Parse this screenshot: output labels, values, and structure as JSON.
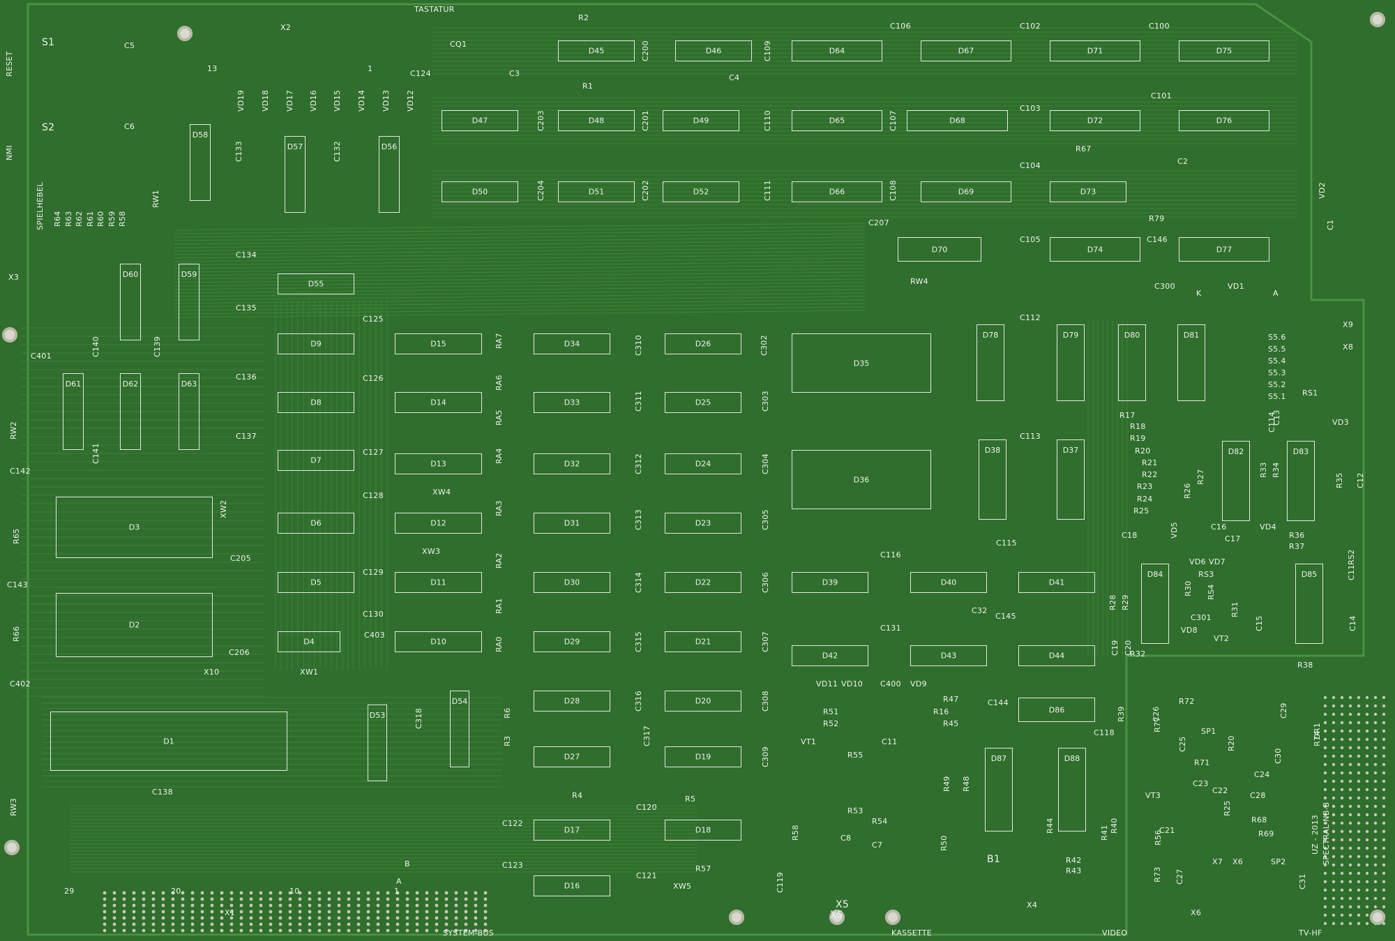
{
  "colors": {
    "board": "#2f6e2c",
    "trace": "#3c8336",
    "pad": "#c9c9b8",
    "silk": "#f2f2f2"
  },
  "labels": {
    "tastatur": "TASTATUR",
    "x2": "X2",
    "cq1": "CQ1",
    "r2": "R2",
    "r1": "R1",
    "c3": "C3",
    "c4": "C4",
    "c124": "C124",
    "s1": "S1",
    "s2": "S2",
    "c5": "C5",
    "c6": "C6",
    "reset": "RESET",
    "nmi": "NMI",
    "spielhebel": "SPIELHEBEL",
    "x3": "X3",
    "rw1": "RW1",
    "rw2": "RW2",
    "rw3": "RW3",
    "c401": "C401",
    "c402": "C402",
    "c403": "C403",
    "c142": "C142",
    "c143": "C143",
    "r65": "R65",
    "r66": "R66",
    "c134": "C134",
    "c135": "C135",
    "c136": "C136",
    "c137": "C137",
    "c140": "C140",
    "c141": "C141",
    "c139": "C139",
    "c138": "C138",
    "c125": "C125",
    "c126": "C126",
    "c127": "C127",
    "c128": "C128",
    "c129": "C129",
    "c130": "C130",
    "c205": "C205",
    "c206": "C206",
    "x10": "X10",
    "xw1": "XW1",
    "xw2": "XW2",
    "xw3": "XW3",
    "xw4": "XW4",
    "xw5": "XW5",
    "rw4": "RW4",
    "c106": "C106",
    "c102": "C102",
    "c100": "C100",
    "c101": "C101",
    "c103": "C103",
    "c104": "C104",
    "c105": "C105",
    "c146": "C146",
    "c207": "C207",
    "c300": "C300",
    "r67": "R67",
    "r79": "R79",
    "c1": "C1",
    "c2": "C2",
    "vd1": "VD1",
    "k": "K",
    "a": "A",
    "x8": "X8",
    "x9": "X9",
    "s56": "S5.6",
    "s55": "S5.5",
    "s54": "S5.4",
    "s53": "S5.3",
    "s52": "S5.2",
    "s51": "S5.1",
    "rs1": "RS1",
    "vd3": "VD3",
    "c112": "C112",
    "c113": "C113",
    "c114": "C114",
    "c13": "C13",
    "r17": "R17",
    "r18": "R18",
    "r19": "R19",
    "r20": "R20",
    "r21": "R21",
    "r22": "R22",
    "r23": "R23",
    "r24": "R24",
    "r25": "R25",
    "r26": "R26",
    "r27": "R27",
    "r33": "R33",
    "r34": "R34",
    "r35": "R35",
    "c12": "C12",
    "c16": "C16",
    "vd4": "VD4",
    "r36": "R36",
    "r37": "R37",
    "rs2": "RS2",
    "c17": "C17",
    "vd6": "VD6",
    "vd7": "VD7",
    "c18": "C18",
    "vd5": "VD5",
    "c115": "C115",
    "c116": "C116",
    "c32": "C32",
    "c145": "C145",
    "c131": "C131",
    "r28": "R28",
    "r29": "R29",
    "r30": "R30",
    "rs3": "RS3",
    "rs4": "RS4",
    "c11": "C11",
    "c14": "C14",
    "c15": "C15",
    "r31": "R31",
    "c301": "C301",
    "vd8": "VD8",
    "vt2": "VT2",
    "r32": "R32",
    "r38": "R38",
    "c19": "C19",
    "c20": "C20",
    "vd11": "VD11",
    "vd10": "VD10",
    "c400": "C400",
    "vd9": "VD9",
    "r47": "R47",
    "r16": "R16",
    "r45": "R45",
    "c144": "C144",
    "r51": "R51",
    "r52": "R52",
    "vt1": "VT1",
    "c11b": "C11",
    "r55": "R55",
    "n1": "1",
    "r49": "R49",
    "r48": "R48",
    "c118": "C118",
    "r39": "R39",
    "r72": "R72",
    "r77": "R77",
    "c26": "C26",
    "sp1": "SP1",
    "c29": "C29",
    "dr1": "DR1",
    "r74": "R74",
    "c25": "C25",
    "r20b": "R20",
    "c30": "C30",
    "r71": "R71",
    "c23": "C23",
    "c22": "C22",
    "c24": "C24",
    "vt3": "VT3",
    "c28": "C28",
    "r25b": "R25",
    "r68": "R68",
    "r69": "R69",
    "c21": "C21",
    "r56": "R56",
    "c27": "C27",
    "r73": "R73",
    "sp2": "SP2",
    "c31": "C31",
    "x7": "X7",
    "x6": "X6",
    "x6b": "X6",
    "tvhf": "TV-HF",
    "r41": "R41",
    "r40": "R40",
    "r42": "R42",
    "r43": "R43",
    "r44": "R44",
    "r50": "R50",
    "b1": "B1",
    "x4": "X4",
    "video": "VIDEO",
    "kassette": "KASSETTE",
    "x5": "X5",
    "x5b": "X5",
    "c8": "C8",
    "c7": "C7",
    "r53": "R53",
    "r54": "R54",
    "r58": "R58",
    "r57": "R57",
    "r5": "R5",
    "r4": "R4",
    "r3": "R3",
    "r6": "R6",
    "c120": "C120",
    "c121": "C121",
    "c122": "C122",
    "c123": "C123",
    "c119": "C119",
    "c318": "C318",
    "c317": "C317",
    "x1": "X1",
    "system_bus": "SYSTEM-BUS",
    "b_pin": "B",
    "a_pin": "A",
    "n29": "29",
    "n20": "20",
    "n10": "10",
    "n13": "13",
    "n1b": "1",
    "uz": "UZ - 2013",
    "spectral": "SPECTRAL-NB-B",
    "ra0": "RA0",
    "ra1": "RA1",
    "ra2": "RA2",
    "ra3": "RA3",
    "ra4": "RA4",
    "ra5": "RA5",
    "ra6": "RA6",
    "ra7": "RA7",
    "c300b": "C300",
    "c302": "C302",
    "c303": "C303",
    "c304": "C304",
    "c305": "C305",
    "c306": "C306",
    "c307": "C307",
    "c308": "C308",
    "c309": "C309",
    "c310": "C310",
    "c311": "C311",
    "c312": "C312",
    "c313": "C313",
    "c314": "C314",
    "c315": "C315",
    "c316": "C316",
    "c200": "C200",
    "c201": "C201",
    "c202": "C202",
    "c203": "C203",
    "c204": "C204",
    "c109": "C109",
    "c110": "C110",
    "c111": "C111",
    "c107": "C107",
    "c108": "C108",
    "vd12": "VD12",
    "vd13": "VD13",
    "vd14": "VD14",
    "vd15": "VD15",
    "vd16": "VD16",
    "vd17": "VD17",
    "vd18": "VD18",
    "vd19": "VD19",
    "r58b": "R58",
    "r59": "R59",
    "r60": "R60",
    "r61": "R61",
    "r62": "R62",
    "r63": "R63",
    "r64": "R64",
    "c132": "C132",
    "c133": "C133",
    "vd2": "VD2"
  },
  "chips": [
    "D1",
    "D2",
    "D3",
    "D4",
    "D5",
    "D6",
    "D7",
    "D8",
    "D9",
    "D10",
    "D11",
    "D12",
    "D13",
    "D14",
    "D15",
    "D16",
    "D17",
    "D18",
    "D19",
    "D20",
    "D21",
    "D22",
    "D23",
    "D24",
    "D25",
    "D26",
    "D27",
    "D28",
    "D29",
    "D30",
    "D31",
    "D32",
    "D33",
    "D34",
    "D35",
    "D36",
    "D37",
    "D38",
    "D39",
    "D40",
    "D41",
    "D42",
    "D43",
    "D44",
    "D45",
    "D46",
    "D47",
    "D48",
    "D49",
    "D50",
    "D51",
    "D52",
    "D53",
    "D54",
    "D55",
    "D56",
    "D57",
    "D58",
    "D59",
    "D60",
    "D61",
    "D62",
    "D63",
    "D64",
    "D65",
    "D66",
    "D67",
    "D68",
    "D69",
    "D70",
    "D71",
    "D72",
    "D73",
    "D74",
    "D75",
    "D76",
    "D77",
    "D78",
    "D79",
    "D80",
    "D81",
    "D82",
    "D83",
    "D84",
    "D85",
    "D86",
    "D87",
    "D88"
  ]
}
